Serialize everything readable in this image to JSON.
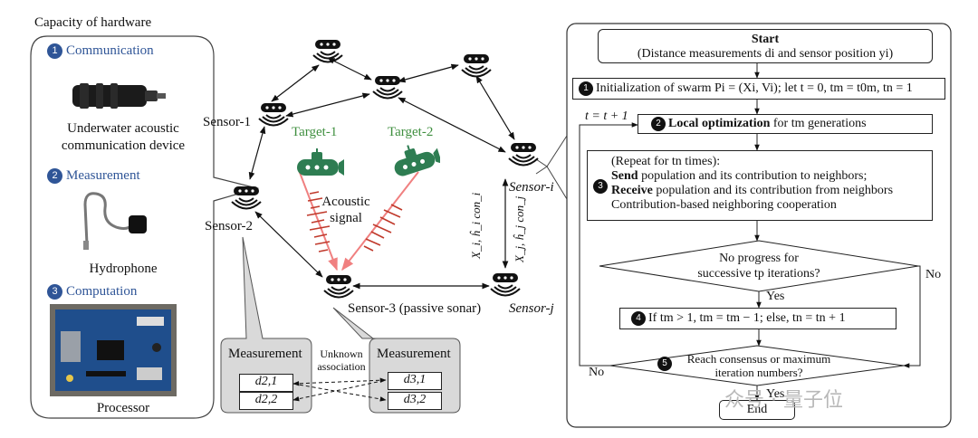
{
  "hardware": {
    "title": "Capacity of hardware",
    "items": [
      {
        "num": "1",
        "name": "Communication",
        "caption_lines": [
          "Underwater acoustic",
          "communication device"
        ]
      },
      {
        "num": "2",
        "name": "Measurement",
        "caption_lines": [
          "Hydrophone"
        ]
      },
      {
        "num": "3",
        "name": "Computation",
        "caption_lines": [
          "Processor"
        ]
      }
    ]
  },
  "network": {
    "sensors": {
      "s1": "Sensor-1",
      "s2": "Sensor-2",
      "s3": "Sensor-3 (passive sonar)",
      "si": "Sensor-i",
      "sj": "Sensor-j"
    },
    "targets": {
      "t1": "Target-1",
      "t2": "Target-2"
    },
    "signal_lines": [
      "Acoustic",
      "signal"
    ],
    "link_label_ij": "X_i, ĥ_i con_i",
    "link_label_ji": "X_j, ĥ_j con_j",
    "measurements": {
      "left_title": "Measurement",
      "left_rows": [
        "d2,1",
        "d2,2"
      ],
      "right_title": "Measurement",
      "right_rows": [
        "d3,1",
        "d3,2"
      ],
      "assoc_lines": [
        "Unknown",
        "association"
      ]
    }
  },
  "flowchart": {
    "start_title": "Start",
    "start_sub": "(Distance measurements di and sensor position yi)",
    "step1_num": "1",
    "step1": "Initialization of swarm Pi = (Xi, Vi); let t = 0, tm = t0m, tn = 1",
    "loop_label": "t = t + 1",
    "step2_num": "2",
    "step2_bold": "Local optimization",
    "step2_rest": "for tm generations",
    "step3_num": "3",
    "step3_line1": "(Repeat for tn times):",
    "step3_line2_bold": "Send",
    "step3_line2_rest": "population and its contribution to neighbors;",
    "step3_line3_bold": "Receive",
    "step3_line3_rest": "population and its contribution from neighbors",
    "step3_line4": "Contribution-based neighboring cooperation",
    "decision1_lines": [
      "No progress for",
      "successive tp iterations?"
    ],
    "decision1_no": "No",
    "decision1_yes": "Yes",
    "step4_num": "4",
    "step4": "If tm > 1, tm = tm − 1; else, tn = tn + 1",
    "decision2_num": "5",
    "decision2_lines": [
      "Reach consensus or maximum",
      "iteration numbers?"
    ],
    "decision2_no": "No",
    "decision2_yes": "Yes",
    "end": "End"
  },
  "watermark": "众号 · 量子位",
  "colors": {
    "accent_blue": "#2f5597",
    "target_green": "#2e7d52",
    "signal_red": "#e07a7a",
    "panel_gray": "#d9d9d9"
  }
}
